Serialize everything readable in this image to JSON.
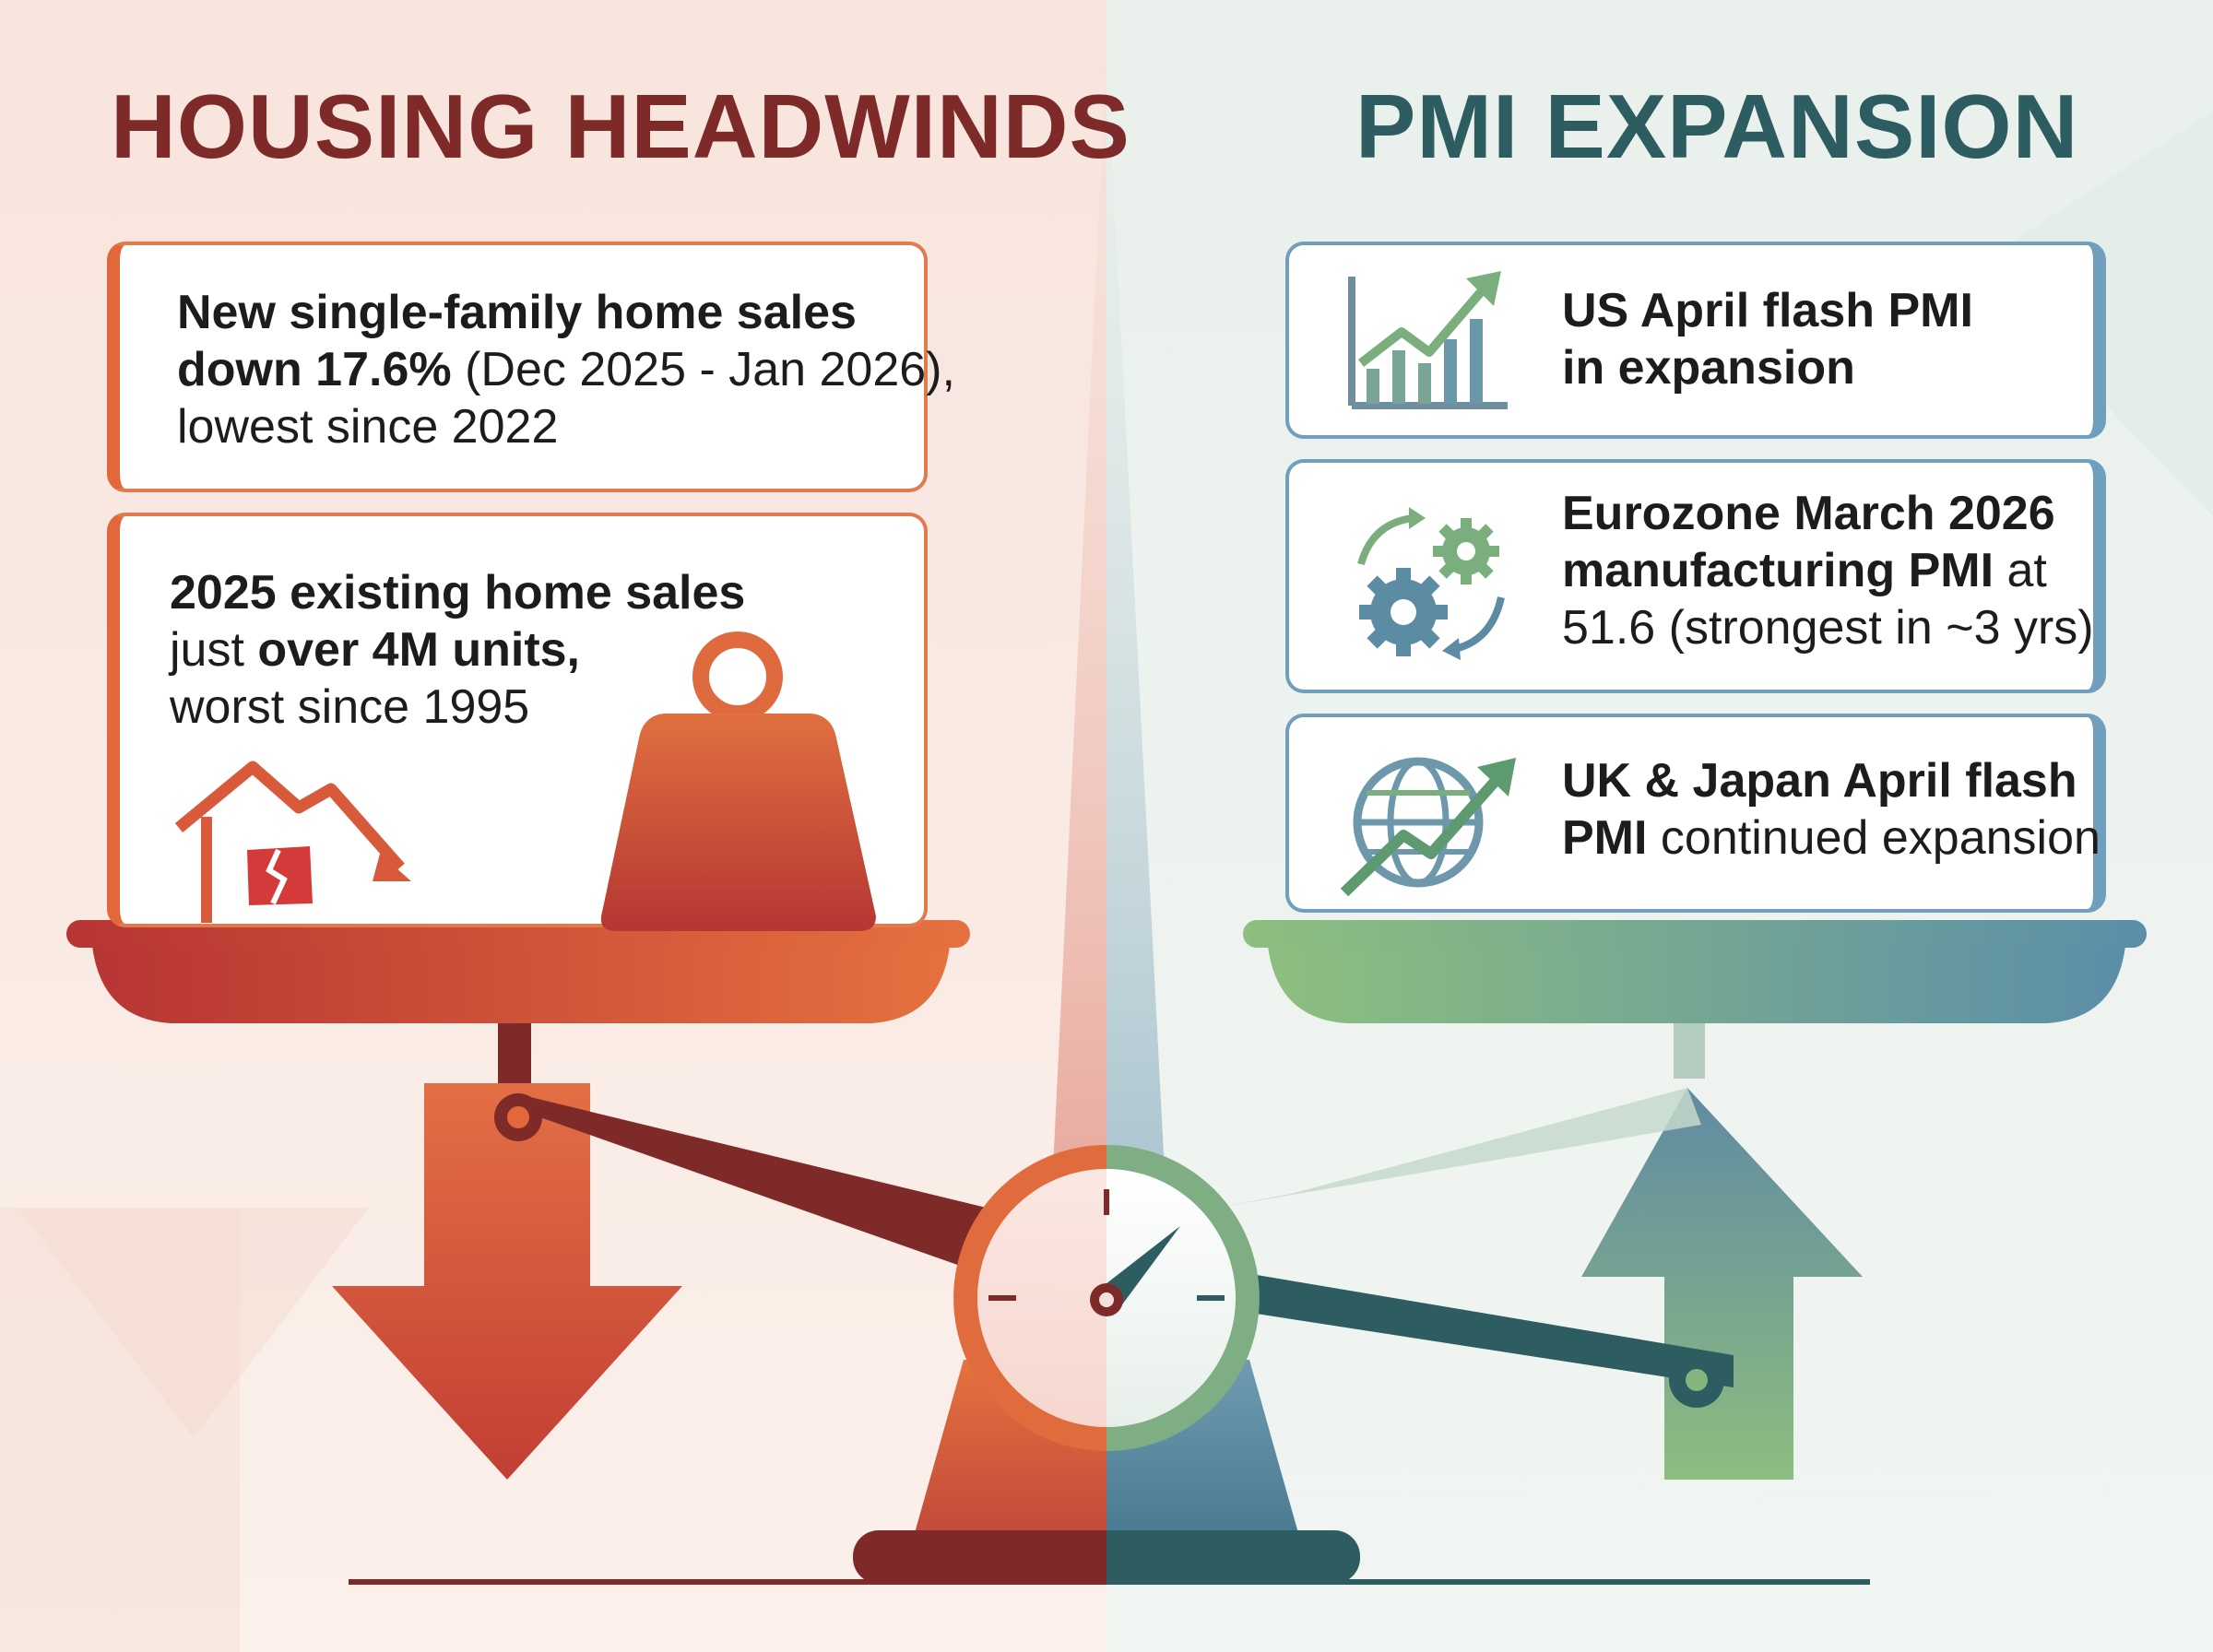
{
  "left": {
    "title": "HOUSING HEADWINDS",
    "cards": [
      {
        "line1": "New single-family home sales",
        "line2_bold": "down 17.6%",
        "line2_rest": " (Dec 2025 - Jan 2026),",
        "line3": "lowest since 2022"
      },
      {
        "line1": "2025 existing home sales",
        "line2_pre": "just ",
        "line2_bold": "over 4M units,",
        "line3": "worst since 1995"
      }
    ]
  },
  "right": {
    "title": "PMI EXPANSION",
    "cards": [
      {
        "line1": "US April flash PMI",
        "line2": "in expansion",
        "icon": "bar-chart-up-icon"
      },
      {
        "line1": "Eurozone March 2026",
        "line2_bold": "manufacturing PMI",
        "line2_rest": " at",
        "line3": "51.6 (strongest in ~3 yrs)",
        "icon": "gears-cycle-icon"
      },
      {
        "line1": "UK & Japan April flash",
        "line2_bold": "PMI",
        "line2_rest": " continued expansion",
        "icon": "globe-growth-icon"
      }
    ]
  },
  "colors": {
    "housing": "#d4553a",
    "housing_dark": "#7e2a29",
    "pmi": "#5f8fa6",
    "pmi_green": "#86b47f",
    "pmi_dark": "#2d5d60"
  }
}
